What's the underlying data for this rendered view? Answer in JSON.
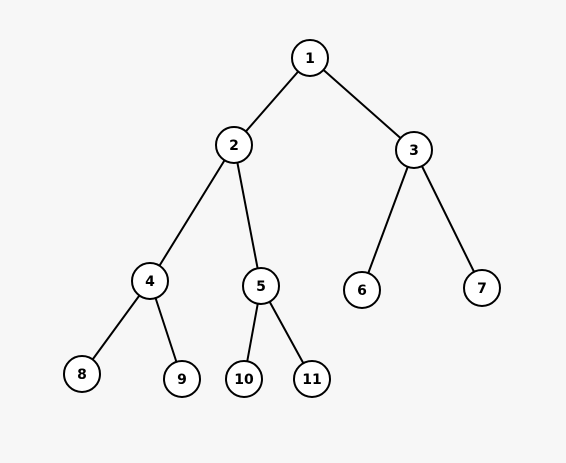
{
  "tree": {
    "nodes": [
      {
        "id": "1",
        "label": "1"
      },
      {
        "id": "2",
        "label": "2"
      },
      {
        "id": "3",
        "label": "3"
      },
      {
        "id": "4",
        "label": "4"
      },
      {
        "id": "5",
        "label": "5"
      },
      {
        "id": "6",
        "label": "6"
      },
      {
        "id": "7",
        "label": "7"
      },
      {
        "id": "8",
        "label": "8"
      },
      {
        "id": "9",
        "label": "9"
      },
      {
        "id": "10",
        "label": "10"
      },
      {
        "id": "11",
        "label": "11"
      }
    ],
    "edges": [
      {
        "from": "1",
        "to": "2"
      },
      {
        "from": "1",
        "to": "3"
      },
      {
        "from": "2",
        "to": "4"
      },
      {
        "from": "2",
        "to": "5"
      },
      {
        "from": "3",
        "to": "6"
      },
      {
        "from": "3",
        "to": "7"
      },
      {
        "from": "4",
        "to": "8"
      },
      {
        "from": "4",
        "to": "9"
      },
      {
        "from": "5",
        "to": "10"
      },
      {
        "from": "5",
        "to": "11"
      }
    ]
  }
}
